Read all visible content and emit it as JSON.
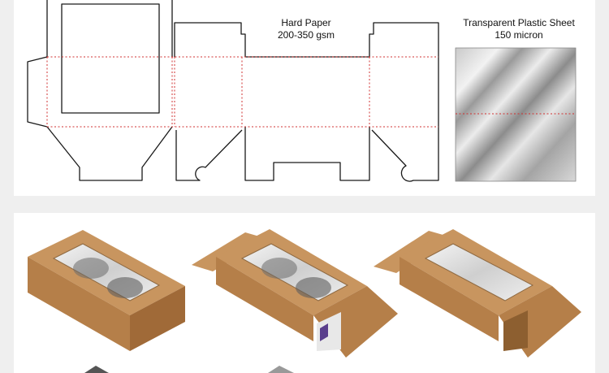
{
  "labels": {
    "paper_title": "Hard Paper",
    "paper_spec": "200-350 gsm",
    "sheet_title": "Transparent Plastic Sheet",
    "sheet_spec": "150 micron"
  },
  "colors": {
    "background": "#efefef",
    "panel": "#ffffff",
    "cut_line": "#1a1a1a",
    "fold_line": "#d03030",
    "kraft_top": "#c8955f",
    "kraft_front": "#b57f49",
    "kraft_side": "#a06a38"
  }
}
